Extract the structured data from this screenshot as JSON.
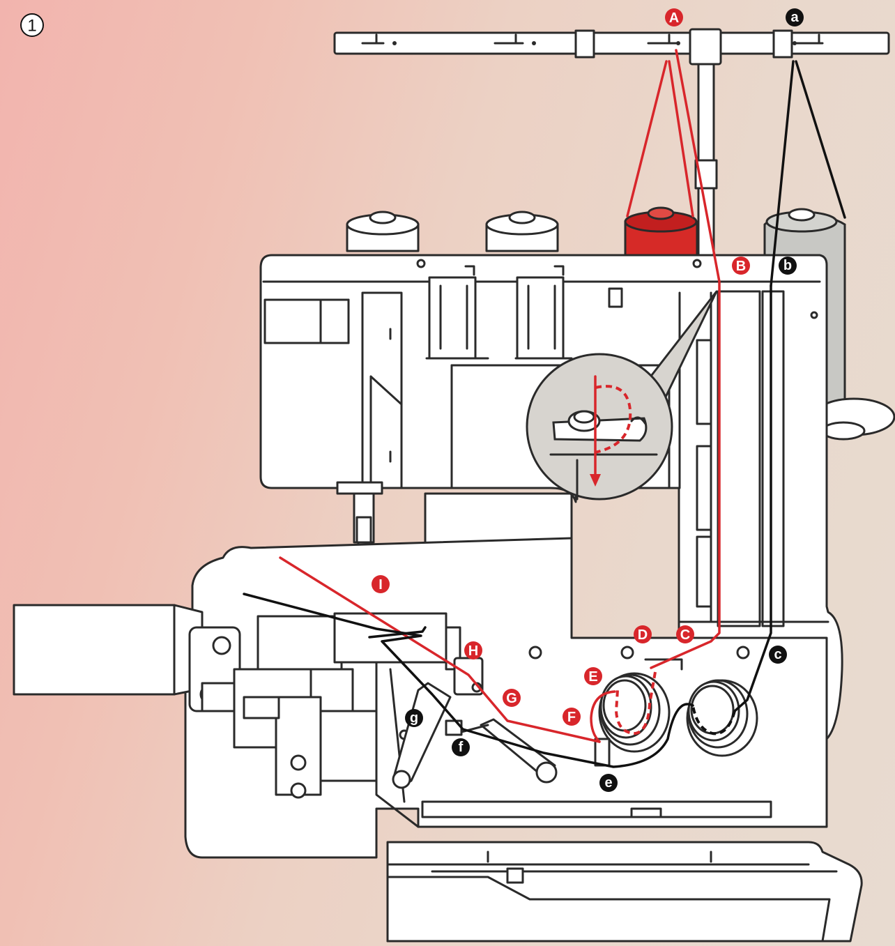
{
  "figure_number": "1",
  "colors": {
    "needle_thread": "#d8262b",
    "looper_thread": "#111111",
    "red_cone": "#d8262b",
    "grey_cone": "#bfbfbc"
  },
  "labels_red": [
    "A",
    "B",
    "C",
    "D",
    "E",
    "F",
    "G",
    "H",
    "I"
  ],
  "labels_black": [
    "a",
    "b",
    "c",
    "e",
    "f",
    "g"
  ]
}
